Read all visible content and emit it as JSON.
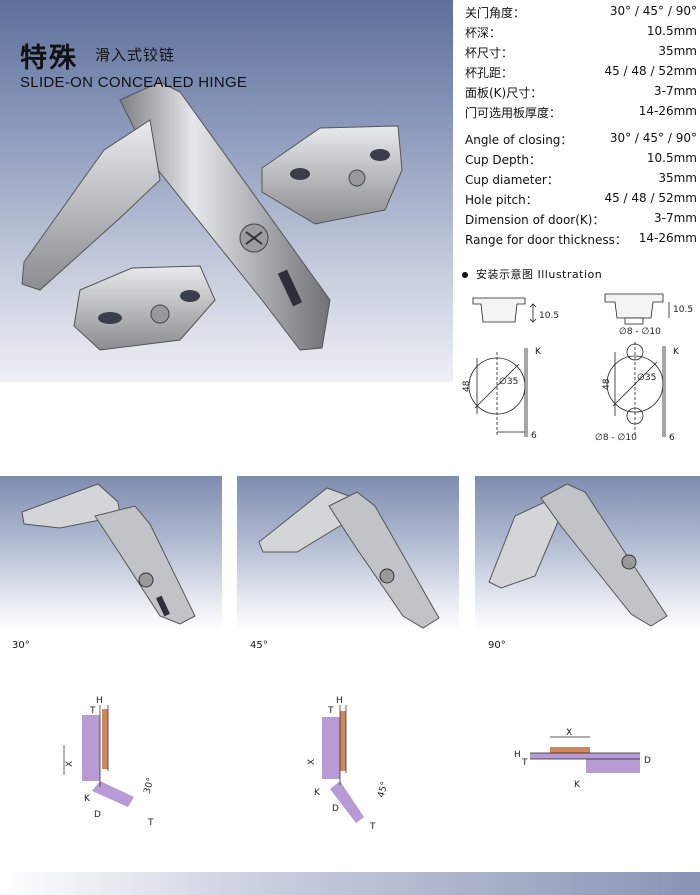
{
  "title": {
    "cn_main": "特殊",
    "cn_sub": "滑入式铰链",
    "en": "SLIDE-ON CONCEALED HINGE"
  },
  "specs_cn": [
    {
      "key": "关门角度：",
      "value": "30°  / 45°  / 90°"
    },
    {
      "key": "杯深：",
      "value": "10.5mm"
    },
    {
      "key": "杯尺寸：",
      "value": "35mm"
    },
    {
      "key": "杯孔距：",
      "value": "45  /  48  /  52mm"
    },
    {
      "key": "面板(K)尺寸：",
      "value": "3-7mm"
    },
    {
      "key": "门可选用板厚度：",
      "value": "14-26mm"
    }
  ],
  "specs_en": [
    {
      "key": "Angle of closing：",
      "value": "30°  / 45°  / 90°"
    },
    {
      "key": "Cup Depth：",
      "value": "10.5mm"
    },
    {
      "key": "Cup diameter：",
      "value": "35mm"
    },
    {
      "key": "Hole pitch：",
      "value": "45  /  48  /  52mm"
    },
    {
      "key": "Dimension of door(K)：",
      "value": "3-7mm"
    },
    {
      "key": "Range for door thickness：",
      "value": "14-26mm"
    }
  ],
  "illustration": {
    "title": "安装示意图 Illustration",
    "cup_depth_left": "10.5",
    "cup_depth_right": "10.5",
    "dowel_label_top": "∅8 - ∅10",
    "diameter_left": "∅35",
    "diameter_right": "∅35",
    "height_left": "48",
    "height_right": "48",
    "offset_left": "6",
    "offset_right": "6",
    "k_left": "K",
    "k_right": "K",
    "dowel_label_bottom": "∅8 - ∅10"
  },
  "angles": [
    {
      "label": "30°"
    },
    {
      "label": "45°"
    },
    {
      "label": "90°"
    }
  ],
  "diagrams": {
    "d1": {
      "h": "H",
      "t": "T",
      "x": "X",
      "k": "K",
      "d": "D",
      "angle": "30°",
      "t2": "T"
    },
    "d2": {
      "h": "H",
      "t": "T",
      "x": "X",
      "k": "K",
      "d": "D",
      "angle": "45°",
      "t2": "T"
    },
    "d3": {
      "x": "X",
      "h": "H",
      "t": "T",
      "d": "D",
      "k": "K"
    }
  },
  "colors": {
    "hero_top": "#5d6f9a",
    "panel_top": "#7e8cb0",
    "door_purple": "#b89ad6",
    "copper": "#d2875a"
  }
}
